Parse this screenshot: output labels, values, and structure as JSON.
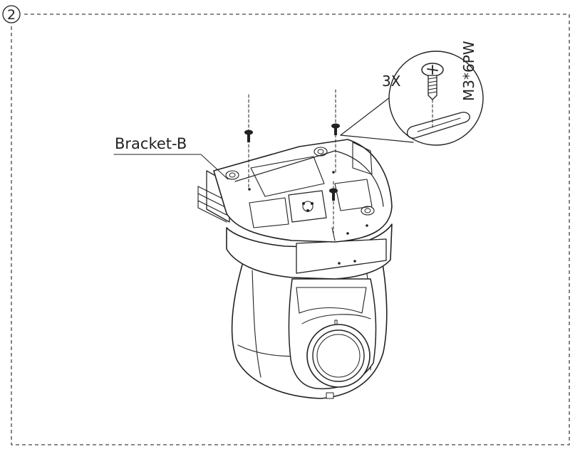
{
  "step": {
    "number": "2"
  },
  "labels": {
    "bracket": "Bracket-B",
    "screw_count": "3X",
    "screw_spec": "M3*6PW"
  },
  "icons": {
    "screw": "screw-icon",
    "step_marker": "circled-number-icon"
  },
  "colors": {
    "line": "#222222",
    "background": "#ffffff"
  }
}
